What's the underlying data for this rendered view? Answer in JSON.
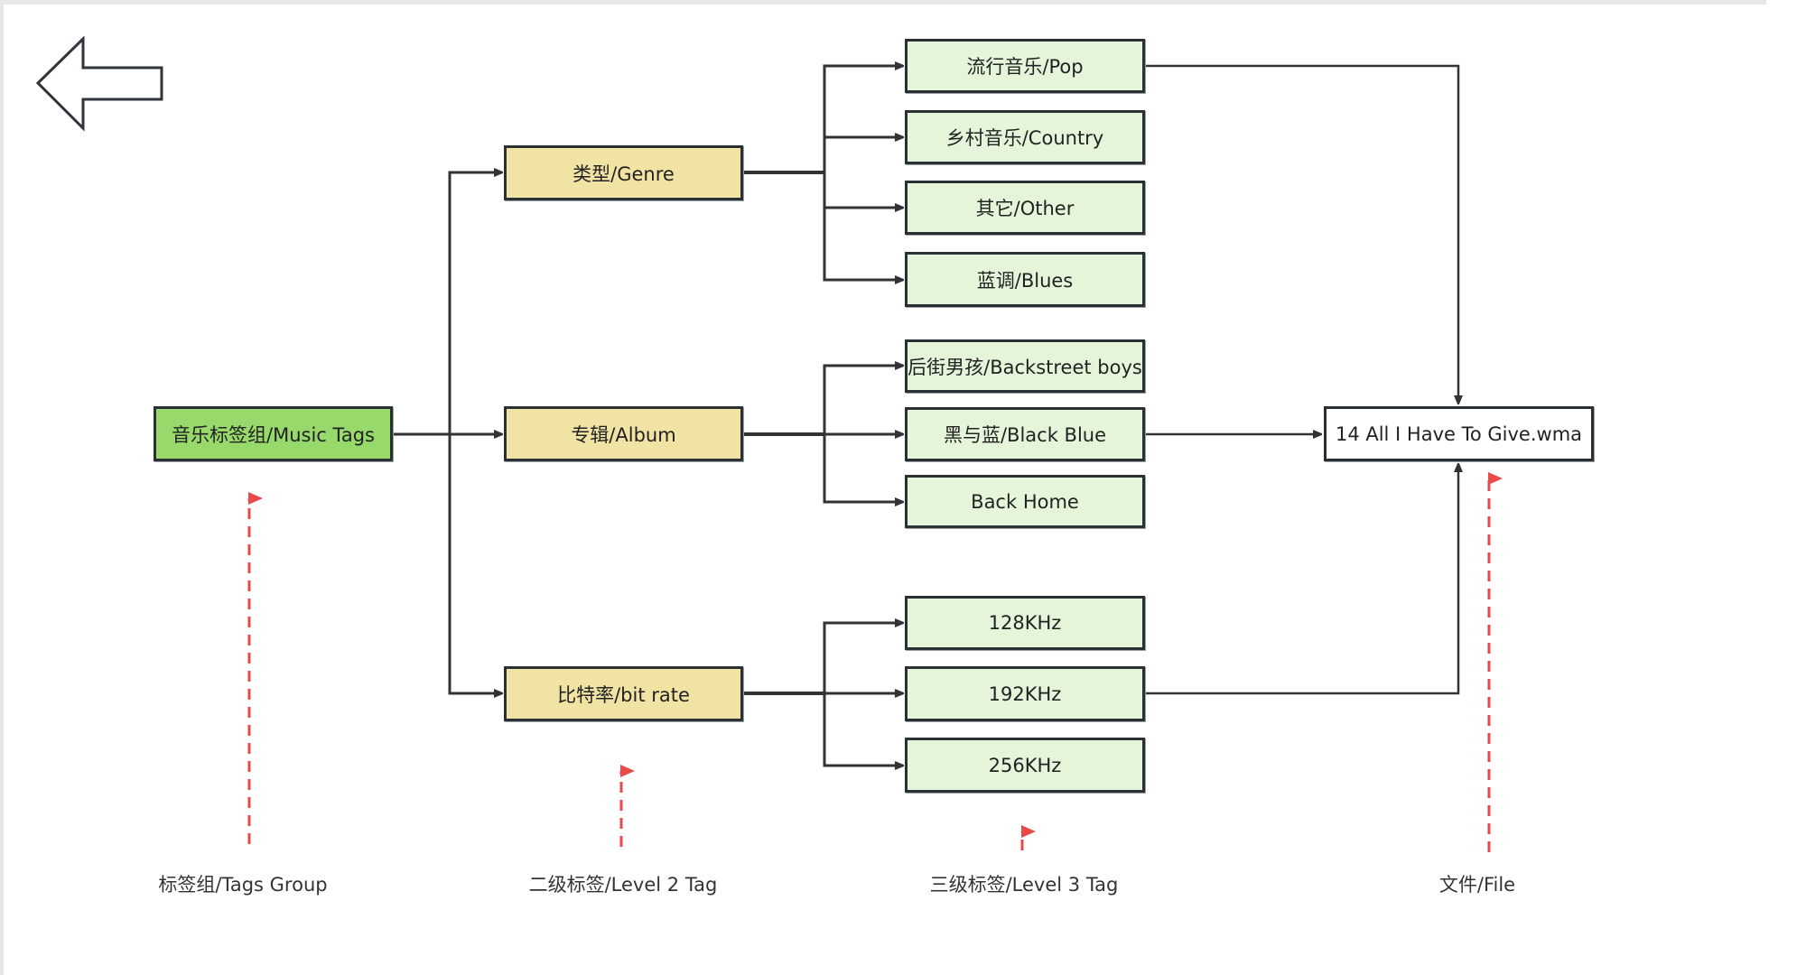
{
  "diagram": {
    "tags_group": {
      "label": "音乐标签组/Music Tags",
      "color": "#97da6b"
    },
    "level2": [
      {
        "label": "类型/Genre"
      },
      {
        "label": "专辑/Album"
      },
      {
        "label": "比特率/bit rate"
      }
    ],
    "level3": {
      "genre": [
        {
          "label": "流行音乐/Pop"
        },
        {
          "label": "乡村音乐/Country"
        },
        {
          "label": "其它/Other"
        },
        {
          "label": "蓝调/Blues"
        }
      ],
      "album": [
        {
          "label": "后街男孩/Backstreet boys"
        },
        {
          "label": "黑与蓝/Black Blue"
        },
        {
          "label": "Back Home"
        }
      ],
      "bitrate": [
        {
          "label": "128KHz"
        },
        {
          "label": "192KHz"
        },
        {
          "label": "256KHz"
        }
      ]
    },
    "file": {
      "label": "14 All I Have To Give.wma"
    },
    "links_to_file": [
      "流行音乐/Pop",
      "黑与蓝/Black Blue",
      "192KHz"
    ]
  },
  "captions": {
    "tags_group": "标签组/Tags Group",
    "level2": "二级标签/Level 2 Tag",
    "level3": "三级标签/Level 3 Tag",
    "file": "文件/File"
  },
  "colors": {
    "level2_fill": "#f1e3a3",
    "level3_fill": "#e4f5da",
    "annotation_red": "#e84a4a",
    "connector": "#333333"
  },
  "icons": {
    "back": "back-arrow-icon"
  }
}
